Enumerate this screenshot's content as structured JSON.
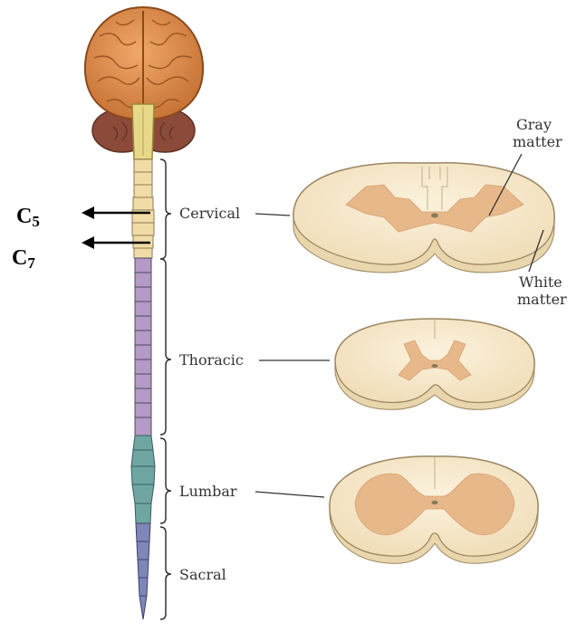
{
  "regions": {
    "cervical": "Cervical",
    "thoracic": "Thoracic",
    "lumbar": "Lumbar",
    "sacral": "Sacral"
  },
  "cross_section_labels": {
    "gray_matter_1": "Gray",
    "gray_matter_2": "matter",
    "white_matter_1": "White",
    "white_matter_2": "matter"
  },
  "markers": {
    "c5_letter": "C",
    "c5_sub": "5",
    "c7_letter": "C",
    "c7_sub": "7"
  },
  "colors": {
    "brain": "#d98a4a",
    "cerebellum": "#8b4a3a",
    "brainstem": "#e8d88a",
    "cervical": "#f1dca6",
    "thoracic": "#b49ac6",
    "lumbar": "#6fa6a2",
    "sacral": "#7f86b8",
    "white_matter": "#f7ead0",
    "gray_matter": "#e7b98a"
  }
}
